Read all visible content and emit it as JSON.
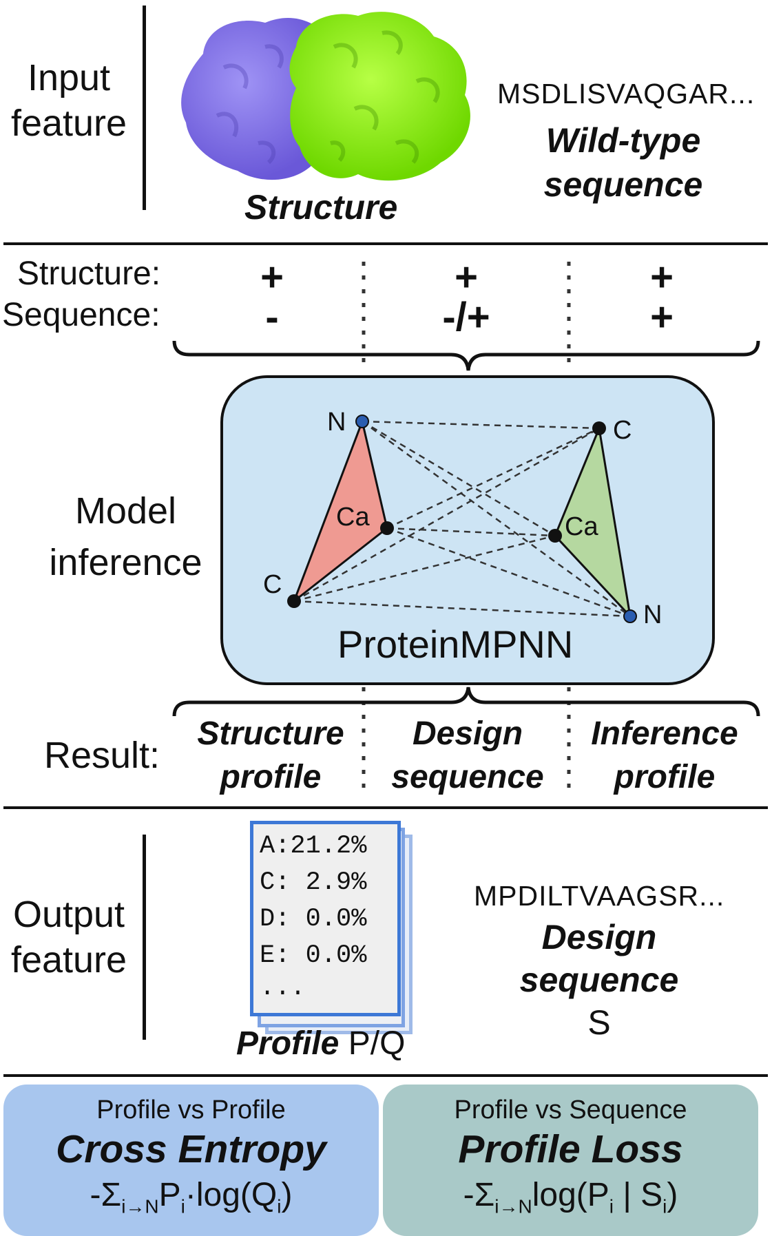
{
  "input": {
    "label_line1": "Input",
    "label_line2": "feature",
    "structure_caption": "Structure",
    "wildtype_seq": "MSDLISVAQGAR...",
    "wildtype_caption_line1": "Wild-type",
    "wildtype_caption_line2": "sequence"
  },
  "conditions": {
    "structure_label": "Structure:",
    "sequence_label": "Sequence:",
    "columns": [
      {
        "structure": "+",
        "sequence": "-"
      },
      {
        "structure": "+",
        "sequence": "-/+"
      },
      {
        "structure": "+",
        "sequence": "+"
      }
    ]
  },
  "model": {
    "label_line1": "Model",
    "label_line2": "inference",
    "name": "ProteinMPNN",
    "atoms": {
      "n_left": "N",
      "ca_left": "Ca",
      "c_left": "C",
      "c_right": "C",
      "ca_right": "Ca",
      "n_right": "N"
    },
    "colors": {
      "panel": "#cde4f4",
      "left_triangle": "#ef9a92",
      "right_triangle": "#b5d8a0",
      "n_atom": "#2a5db0"
    }
  },
  "result": {
    "label": "Result:",
    "items": [
      {
        "line1": "Structure",
        "line2": "profile"
      },
      {
        "line1": "Design",
        "line2": "sequence"
      },
      {
        "line1": "Inference",
        "line2": "profile"
      }
    ]
  },
  "output": {
    "label_line1": "Output",
    "label_line2": "feature",
    "profile_rows": [
      "A:21.2%",
      "C: 2.9%",
      "D: 0.0%",
      "E: 0.0%",
      "..."
    ],
    "profile_caption_italic": "Profile",
    "profile_caption_plain": "P/Q",
    "design_seq": "MPDILTVAAGSR...",
    "design_caption_line1": "Design",
    "design_caption_line2": "sequence",
    "design_caption_line3": "S"
  },
  "losses": {
    "left": {
      "subtitle": "Profile vs Profile",
      "title": "Cross Entropy",
      "f_prefix": "-Σ",
      "f_sub1": "i→N",
      "f_mid": "P",
      "f_sub2": "i",
      "f_mid2": "·log(Q",
      "f_sub3": "i",
      "f_end": ")",
      "color": "#a8c6ee"
    },
    "right": {
      "subtitle": "Profile vs Sequence",
      "title": "Profile Loss",
      "f_prefix": "-Σ",
      "f_sub1": "i→N",
      "f_mid": "log(P",
      "f_sub2": "i",
      "f_mid2": " | S",
      "f_sub3": "i",
      "f_end": ")",
      "color": "#a9c9c8"
    }
  }
}
